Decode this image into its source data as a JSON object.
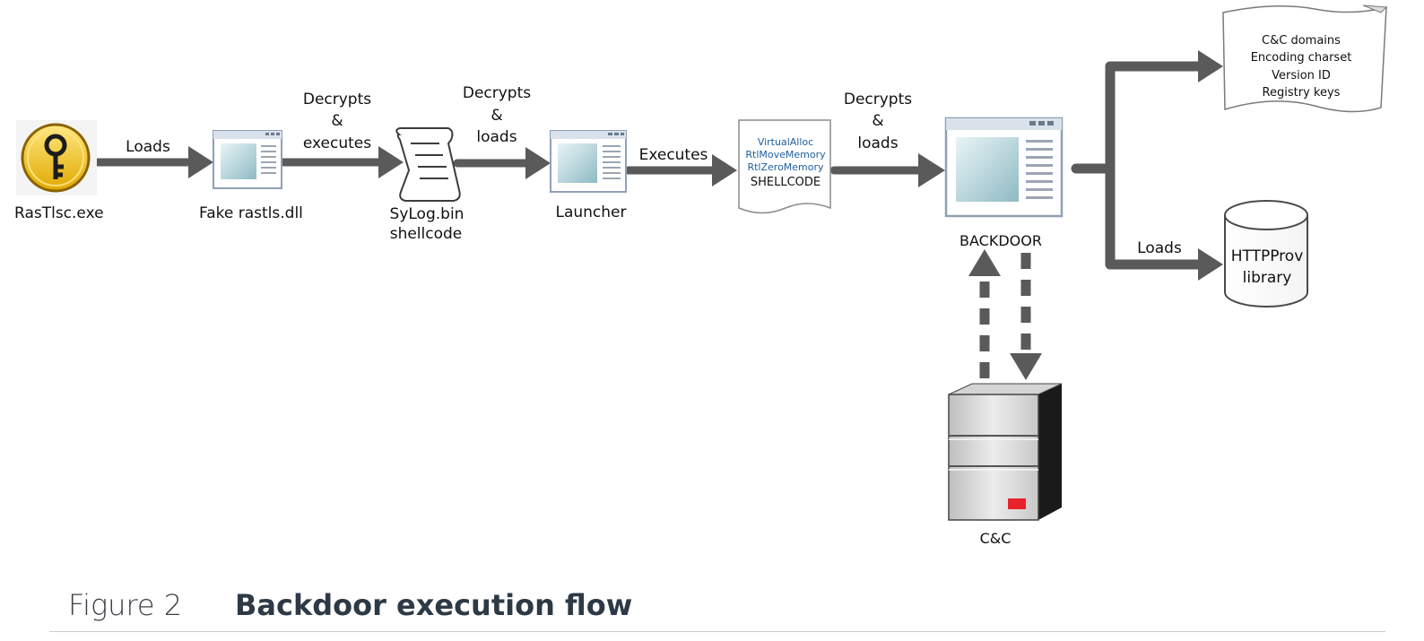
{
  "nodes": {
    "rastlsc": "RasTlsc.exe",
    "fake_dll": "Fake rastls.dll",
    "sylog_line1": "SyLog.bin",
    "sylog_line2": "shellcode",
    "launcher": "Launcher",
    "shellcode_apis": [
      "VirtualAlloc",
      "RtlMoveMemory",
      "RtlZeroMemory"
    ],
    "shellcode_label": "SHELLCODE",
    "backdoor": "BACKDOOR",
    "config_items": [
      "C&C domains",
      "Encoding charset",
      "Version ID",
      "Registry keys"
    ],
    "library_line1": "HTTPProv",
    "library_line2": "library",
    "cnc": "C&C"
  },
  "edges": {
    "loads1": "Loads",
    "decrypt_exec_1": "Decrypts",
    "decrypt_exec_2": "&",
    "decrypt_exec_3": "executes",
    "decrypt_loads_1": "Decrypts",
    "decrypt_loads_2": "&",
    "decrypt_loads_3": "loads",
    "executes": "Executes",
    "decrypt_loads_b1": "Decrypts",
    "decrypt_loads_b2": "&",
    "decrypt_loads_b3": "loads",
    "loads_lib": "Loads"
  },
  "caption": {
    "number": "Figure 2",
    "title": "Backdoor execution flow"
  },
  "colors": {
    "arrow": "#5a5a5a",
    "key_yellow": "#f5c400",
    "window_frame": "#8fa0b5",
    "red_led": "#e8222a"
  }
}
